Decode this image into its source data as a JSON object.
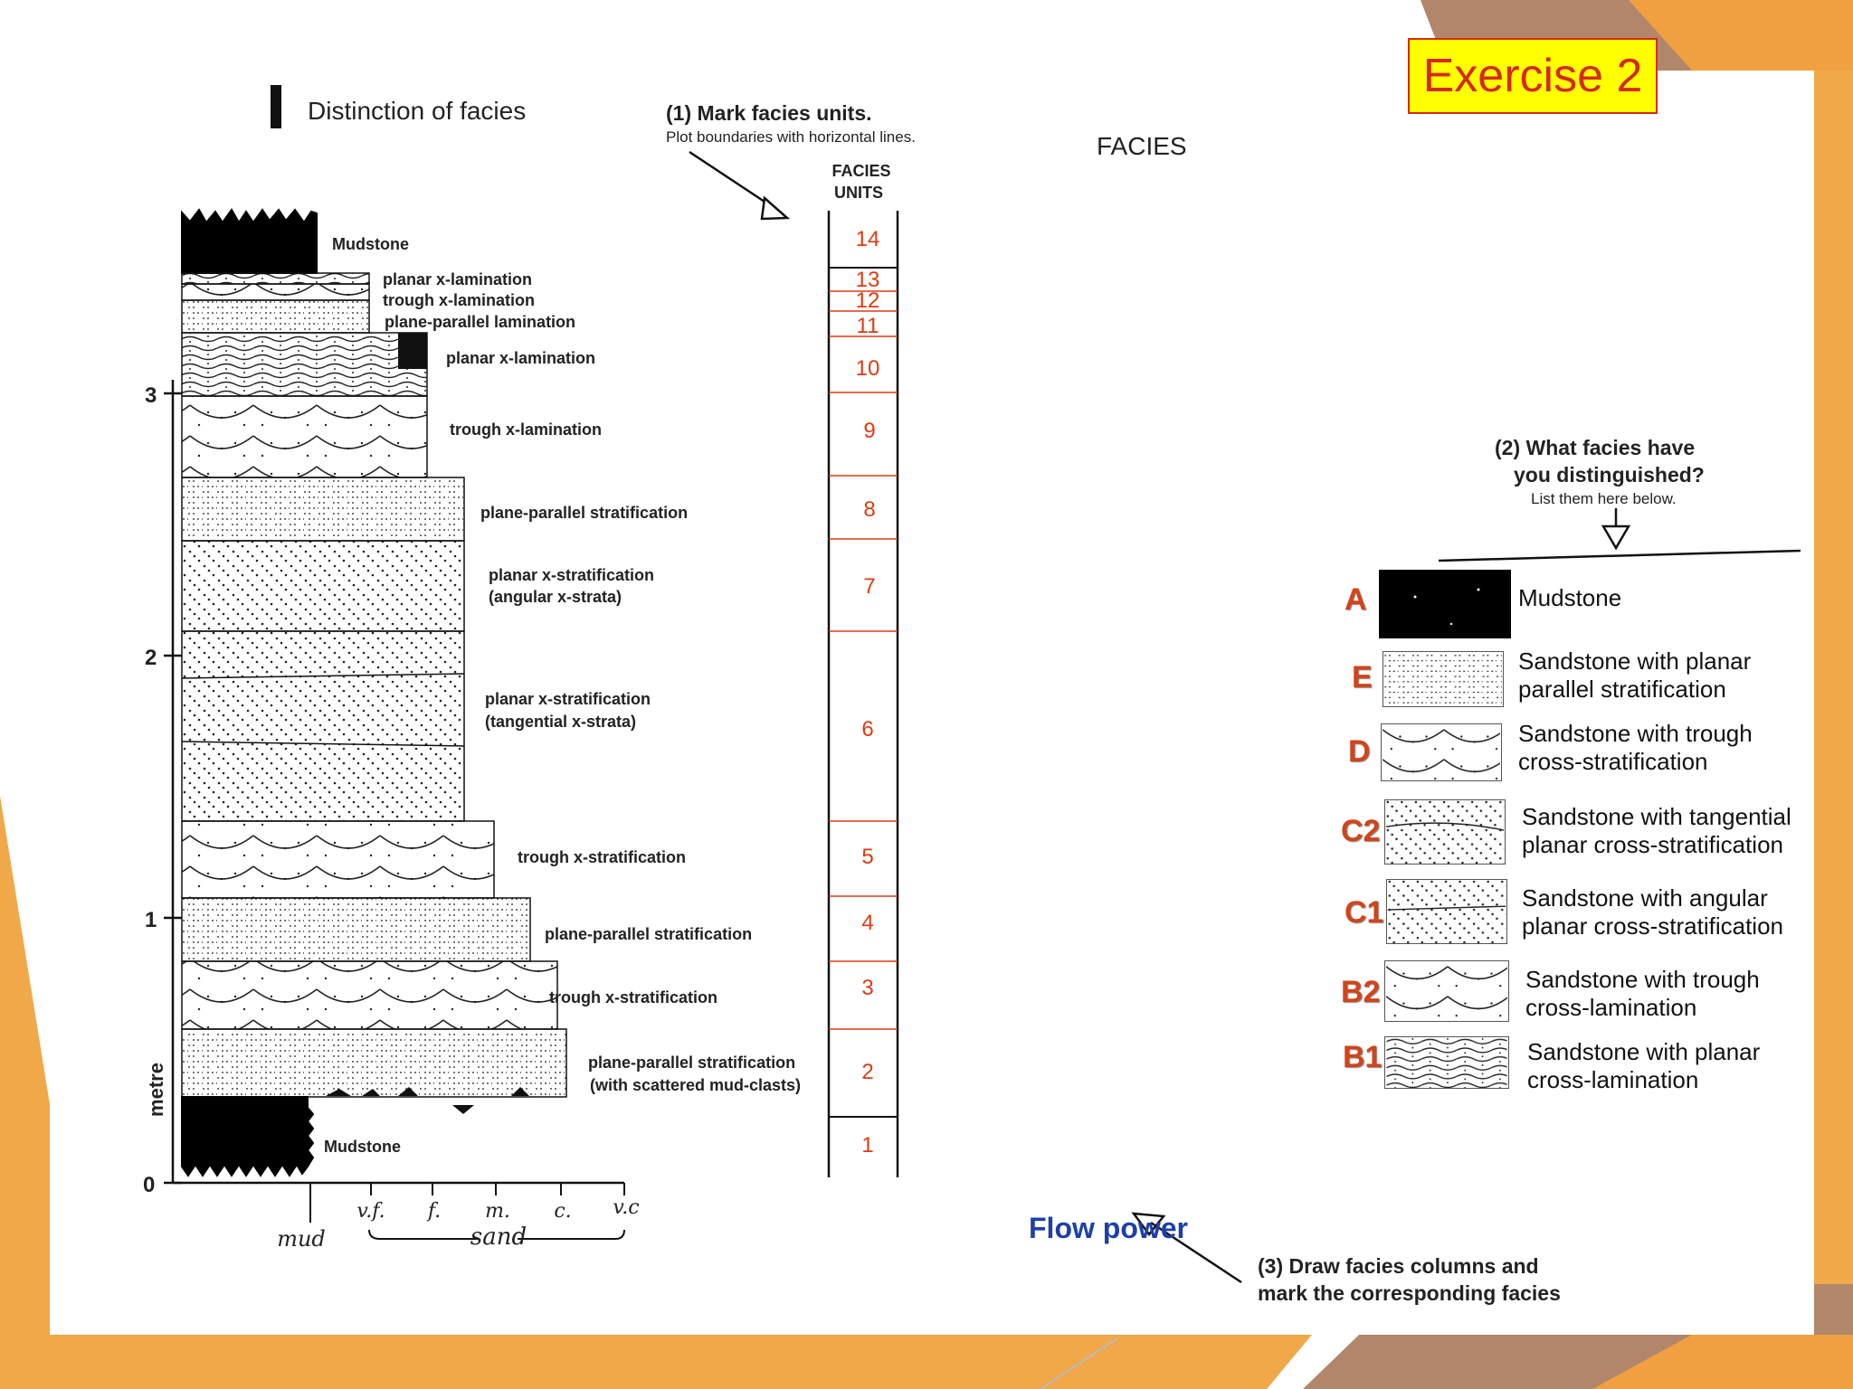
{
  "exercise_badge": "Exercise 2",
  "diagram": {
    "title": "Distinction of facies",
    "step1_title": "(1)  Mark facies units.",
    "step1_sub": "Plot boundaries with horizontal lines.",
    "facies_units_header_1": "FACIES",
    "facies_units_header_2": "UNITS",
    "facies_header": "FACIES",
    "step2_title_1": "(2) What facies have",
    "step2_title_2": "you distinguished?",
    "step2_sub": "List them here below.",
    "step3_line1": "(3)  Draw facies columns and",
    "step3_line2": "mark the corresponding facies",
    "flow_power": "Flow power",
    "axis_unit": "metre",
    "y_ticks": [
      "0",
      "1",
      "2",
      "3"
    ],
    "grain_labels": [
      "mud",
      "v.f.",
      "f.",
      "m.",
      "c.",
      "v.c"
    ],
    "grain_group": "sand",
    "bed_labels": [
      "Mudstone",
      "planar x-lamination",
      "trough x-lamination",
      "plane-parallel lamination",
      "planar x-lamination",
      "trough x-lamination",
      "plane-parallel stratification",
      "planar x-stratification",
      "(angular x-strata)",
      "planar x-stratification",
      "(tangential x-strata)",
      "trough x-stratification",
      "plane-parallel stratification",
      "trough x-stratification",
      "plane-parallel stratification",
      "(with scattered mud-clasts)",
      "Mudstone"
    ],
    "facies_units": [
      "14",
      "13",
      "12",
      "11",
      "10",
      "9",
      "8",
      "7",
      "6",
      "5",
      "4",
      "3",
      "2",
      "1"
    ]
  },
  "legend": [
    {
      "letter": "A",
      "desc": "Mudstone"
    },
    {
      "letter": "E",
      "desc": "Sandstone with planar parallel stratification"
    },
    {
      "letter": "D",
      "desc": "Sandstone with trough cross-stratification"
    },
    {
      "letter": "C2",
      "desc": "Sandstone with tangential planar cross-stratification"
    },
    {
      "letter": "C1",
      "desc": "Sandstone with angular planar cross-stratification"
    },
    {
      "letter": "B2",
      "desc": "Sandstone with trough cross-lamination"
    },
    {
      "letter": "B1",
      "desc": "Sandstone with planar cross-lamination"
    }
  ],
  "colors": {
    "accent_orange": "#f0a040",
    "accent_brown": "#b2866a",
    "unit_red": "#e03a12",
    "legend_letter": "#d2441a",
    "flow_blue": "#1f3fa8"
  }
}
